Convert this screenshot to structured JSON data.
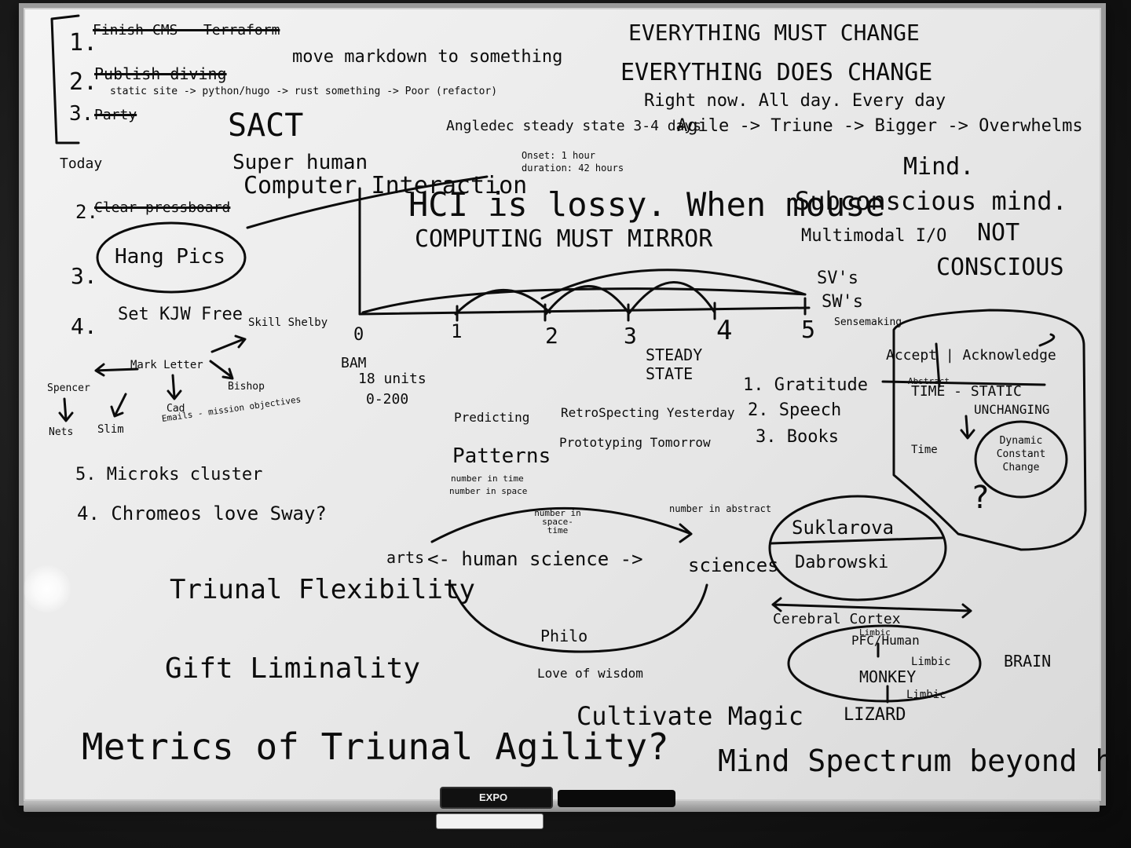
{
  "board": {
    "top_list": {
      "item1_num": "1.",
      "item1_struck": "Finish CMS - Terraform",
      "item2_num": "2.",
      "item2_struck": "Publish-diving",
      "item2_text": "move markdown to something",
      "item2_sub": "static site -> python/hugo -> rust something -> Poor (refactor)",
      "item3_num": "3.",
      "item3_struck": "Party",
      "label_today": "Today"
    },
    "left_list": {
      "item2_num": "2.",
      "item2_struck": "Clear pressboard",
      "item3_num": "3.",
      "item3_text": "Hang Pics",
      "item4_num": "4.",
      "item4_text": "Set KJW Free",
      "tree_root": "Mark Letter",
      "tree_right": "Skill Shelby",
      "tree_left": "Spencer",
      "tree_mid1": "Cad",
      "tree_mid2": "Bishop",
      "tree_leaf1": "Nets",
      "tree_leaf2": "Slim",
      "tree_leaf3": "Emails - mission objectives",
      "item5_text": "5. Microks cluster",
      "item6_text": "4. Chromeos love Sway?"
    },
    "header_right": {
      "line1": "EVERYTHING MUST CHANGE",
      "line2": "EVERYTHING DOES CHANGE",
      "line3": "Right now. All day. Every day",
      "line4": "Agile -> Triune -> Bigger -> Overwhelms",
      "line5": "Mind."
    },
    "middle": {
      "sact": "SACT",
      "superhuman": "Super human",
      "interaction": "Computer Interaction",
      "angledec": "Angledec steady state 3-4 days",
      "onset": "Onset: 1 hour",
      "duration": "duration: 42 hours",
      "hci_lossy": "HCI is lossy. When mouse",
      "computing_mirror": "COMPUTING MUST MIRROR",
      "subconscious": "Subconscious mind.",
      "multimodal": "Multimodal I/O",
      "not": "NOT",
      "conscious": "CONSCIOUS",
      "axis_0": "0",
      "axis_1": "1",
      "axis_2": "2",
      "axis_3": "3",
      "axis_4": "4",
      "axis_5": "5",
      "svs": "SV's",
      "sws": "SW's",
      "sensemaking": "Sensemaking",
      "steady_state": "STEADY STATE",
      "bam": "BAM",
      "units": "18 units",
      "range": "0-200"
    },
    "science": {
      "predicting": "Predicting",
      "retro": "RetroSpecting Yesterday",
      "proto": "Prototyping Tomorrow",
      "patterns": "Patterns",
      "number_time": "number in time",
      "number_space": "number in space",
      "number_space_time": "number in space-time",
      "number_abstract": "number in abstract",
      "arts": "arts",
      "human_science": "<- human science ->",
      "sciences": "sciences",
      "philo": "Philo",
      "love_wisdom": "Love of wisdom",
      "suklarova": "Suklarova",
      "dabrowski": "Dabrowski"
    },
    "right": {
      "g1": "1. Gratitude",
      "g2": "2. Speech",
      "g3": "3. Books",
      "accept": "Accept | Acknowledge",
      "abstract": "Abstract",
      "time_static": "TIME - STATIC",
      "unchanging": "UNCHANGING",
      "time": "Time",
      "dynamic": "Dynamic Constant Change",
      "question": "?",
      "cerebral": "Cerebral Cortex",
      "limbic": "Limbic",
      "pfc": "PFC/Human",
      "limbic2": "Limbic",
      "monkey": "MONKEY",
      "limbic3": "Limbic",
      "lizard": "LIZARD",
      "brain": "BRAIN"
    },
    "bottom": {
      "triunal": "Triunal Flexibility",
      "gift": "Gift Liminality",
      "metrics": "Metrics of Triunal Agility?",
      "cultivate": "Cultivate Magic",
      "mind_spectrum": "Mind Spectrum beyond human"
    },
    "tray": {
      "marker_brand": "EXPO"
    }
  },
  "colors": {
    "ink": "#0c0c0c",
    "board": "#ececec",
    "frame": "#9a9a9a",
    "wall": "#141414"
  }
}
